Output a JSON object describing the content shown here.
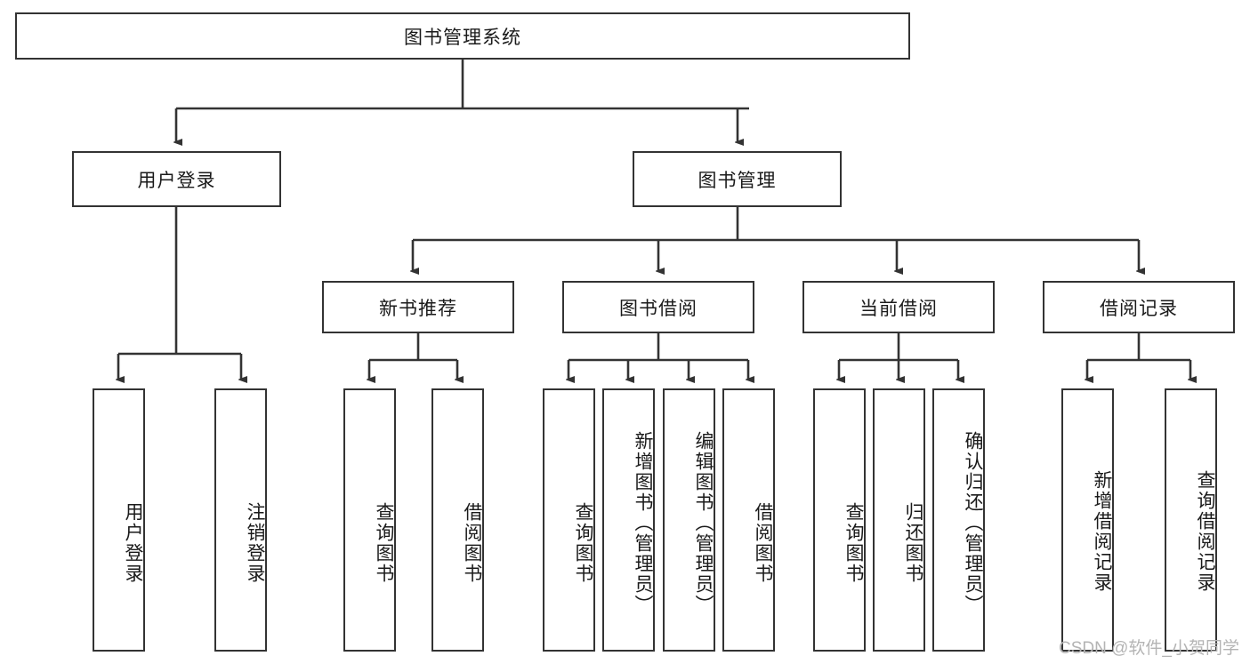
{
  "diagram": {
    "type": "tree-hierarchy",
    "title": "图书管理系统",
    "watermark": "CSDN @软件_小贺同学",
    "colors": {
      "box_border": "#333333",
      "box_fill": "#ffffff",
      "edge": "#333333",
      "text": "#1a1a1a",
      "watermark": "#b4b4b4",
      "background": "#ffffff"
    },
    "root": {
      "id": "root",
      "label": "图书管理系统"
    },
    "level2": [
      {
        "id": "user-login",
        "label": "用户登录"
      },
      {
        "id": "book-manage",
        "label": "图书管理"
      }
    ],
    "level3": [
      {
        "id": "new-book-rec",
        "label": "新书推荐"
      },
      {
        "id": "book-borrow",
        "label": "图书借阅"
      },
      {
        "id": "current-borrow",
        "label": "当前借阅"
      },
      {
        "id": "borrow-record",
        "label": "借阅记录"
      }
    ],
    "leaves": [
      {
        "id": "leaf-user-login",
        "label": "用户登录",
        "parent": "user-login"
      },
      {
        "id": "leaf-logout",
        "label": "注销登录",
        "parent": "user-login"
      },
      {
        "id": "leaf-query-book-1",
        "label": "查询图书",
        "parent": "new-book-rec"
      },
      {
        "id": "leaf-borrow-book-1",
        "label": "借阅图书",
        "parent": "new-book-rec"
      },
      {
        "id": "leaf-query-book-2",
        "label": "查询图书",
        "parent": "book-borrow"
      },
      {
        "id": "leaf-add-book",
        "label": "新增图书（管理员）",
        "parent": "book-borrow"
      },
      {
        "id": "leaf-edit-book",
        "label": "编辑图书（管理员）",
        "parent": "book-borrow"
      },
      {
        "id": "leaf-borrow-book-2",
        "label": "借阅图书",
        "parent": "book-borrow"
      },
      {
        "id": "leaf-query-book-3",
        "label": "查询图书",
        "parent": "current-borrow"
      },
      {
        "id": "leaf-return-book",
        "label": "归还图书",
        "parent": "current-borrow"
      },
      {
        "id": "leaf-confirm-return",
        "label": "确认归还（管理员）",
        "parent": "current-borrow"
      },
      {
        "id": "leaf-add-record",
        "label": "新增借阅记录",
        "parent": "borrow-record"
      },
      {
        "id": "leaf-query-record",
        "label": "查询借阅记录",
        "parent": "borrow-record"
      }
    ]
  }
}
